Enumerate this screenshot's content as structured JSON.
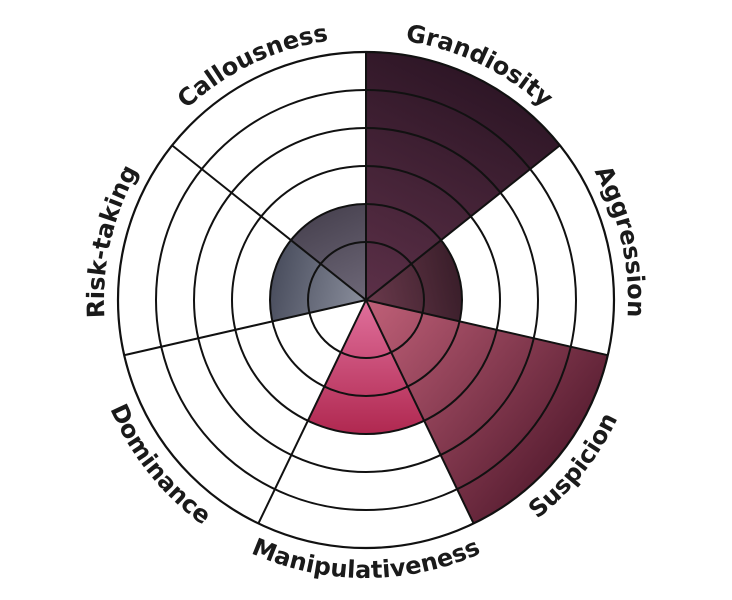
{
  "chart_data": {
    "type": "radial-bar",
    "title": "",
    "categories": [
      "Grandiosity",
      "Aggression",
      "Suspicion",
      "Manipulativeness",
      "Dominance",
      "Risk-taking",
      "Callousness"
    ],
    "values": [
      5,
      1,
      5,
      2,
      0,
      1,
      1
    ],
    "rlim": [
      0,
      5
    ],
    "ring_count": 5,
    "grid": true,
    "legend": "none",
    "colors": {
      "Grandiosity": [
        "#5c3048",
        "#2e1626"
      ],
      "Aggression": [
        "#6a3a4c",
        "#3a1e2a"
      ],
      "Suspicion": [
        "#c06078",
        "#5c2034"
      ],
      "Manipulativeness": [
        "#e0709c",
        "#b02850"
      ],
      "Dominance": [
        "#ffffff",
        "#ffffff"
      ],
      "Risk-taking": [
        "#8a8e9c",
        "#4a4e5e"
      ],
      "Callousness": [
        "#6e6878",
        "#4a4452"
      ]
    }
  }
}
